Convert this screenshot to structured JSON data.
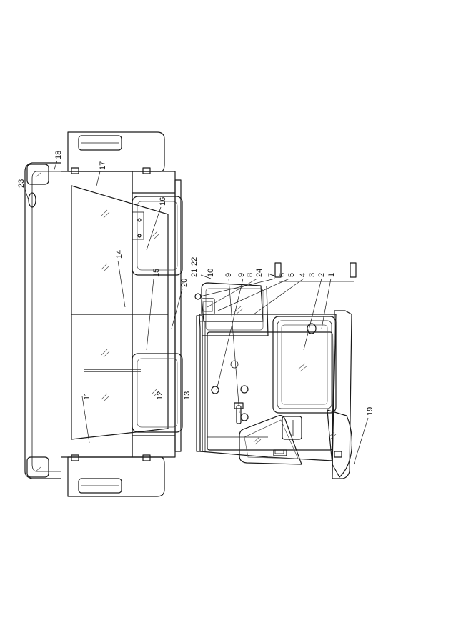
{
  "callouts": {
    "c1": "1",
    "c2": "2",
    "c3": "3",
    "c4": "4",
    "c5": "5",
    "c6": "6",
    "c7": "7",
    "c24": "24",
    "c8": "8",
    "c9a": "9",
    "c9b": "9",
    "c10": "10",
    "c19": "19",
    "c11": "11",
    "c12": "12",
    "c13": "13",
    "c14": "14",
    "c15": "15",
    "c20": "20",
    "c21": "21",
    "c22": "22",
    "c16": "16",
    "c17": "17",
    "c18": "18",
    "c23": "23"
  }
}
